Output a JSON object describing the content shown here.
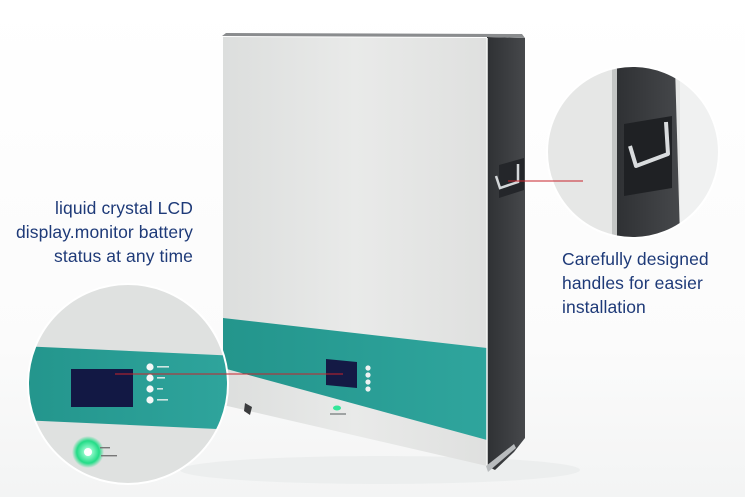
{
  "callouts": {
    "lcd": {
      "lines": [
        "liquid crystal LCD",
        "display.monitor battery",
        "status at any time"
      ]
    },
    "handle": {
      "lines": [
        "Carefully designed",
        "handles for easier",
        "installation"
      ]
    }
  },
  "product": {
    "type": "wall-mounted lithium battery pack",
    "colors": {
      "front_panel": "#e4e5e4",
      "teal_band": "#2a9b93",
      "side_panel": "#3b3d40",
      "lcd_screen": "#141a45",
      "power_led": "#31e89a",
      "callout_line": "#c8232c",
      "caption_text": "#1e3a78"
    },
    "indicator_leds": 4
  }
}
